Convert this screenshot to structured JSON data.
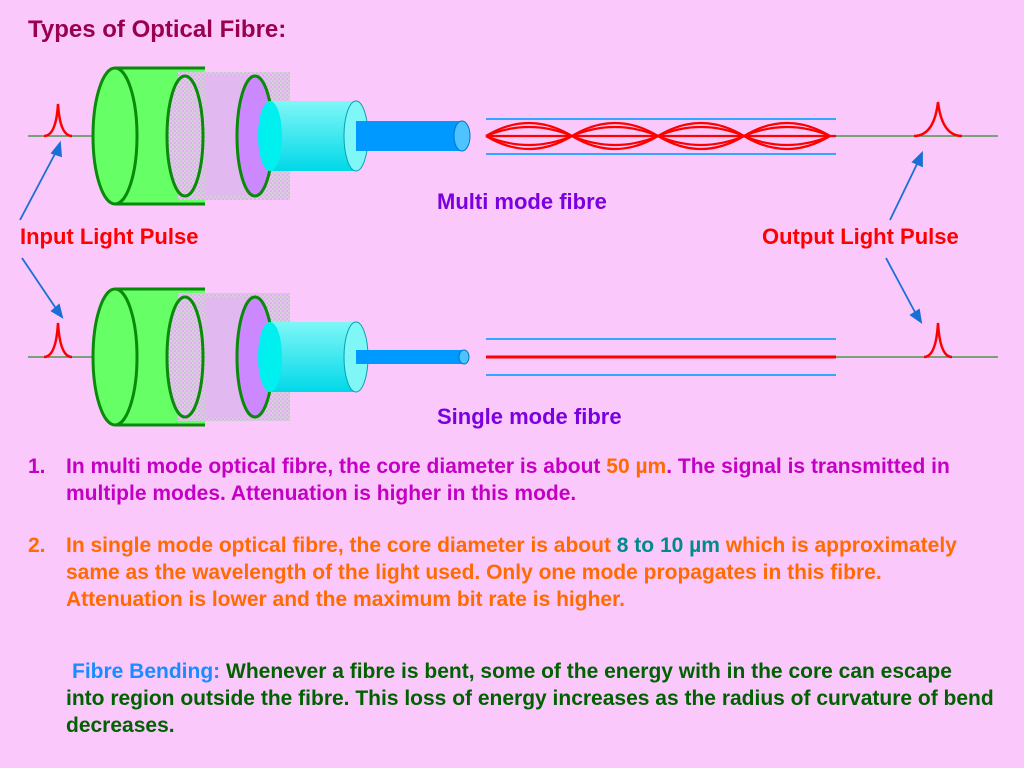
{
  "title": "Types of Optical Fibre:",
  "labels": {
    "input_pulse": "Input Light Pulse",
    "output_pulse": "Output Light Pulse",
    "multi_mode": "Multi mode fibre",
    "single_mode": "Single mode fibre"
  },
  "points": [
    {
      "number": "1.",
      "text_a": "In multi mode optical fibre, the core diameter is about ",
      "value": "50 µm",
      "text_b": ".  The signal is transmitted in multiple modes.  Attenuation is higher in this mode."
    },
    {
      "number": "2.",
      "text_a": "In single mode optical fibre, the core diameter is about ",
      "value_a": "8",
      "value_mid": " to ",
      "value_b": "10 µm",
      "text_b": " which is approximately same as the wavelength of the light used.  Only one mode propagates in this fibre.  Attenuation is lower and the maximum bit rate is higher."
    }
  ],
  "bending": {
    "heading": "Fibre Bending:",
    "text": "  Whenever a fibre is bent, some of the energy with in the core can escape into region outside the fibre.  This loss of energy increases as the radius of curvature of bend decreases."
  },
  "colors": {
    "background": "#fbc8fb",
    "jacket": "#66ff66",
    "buffer": "#cc88ff",
    "cladding": "#00f0f0",
    "core": "#0099ff",
    "ray": "#ff0000",
    "axis": "#2e8b2e"
  }
}
